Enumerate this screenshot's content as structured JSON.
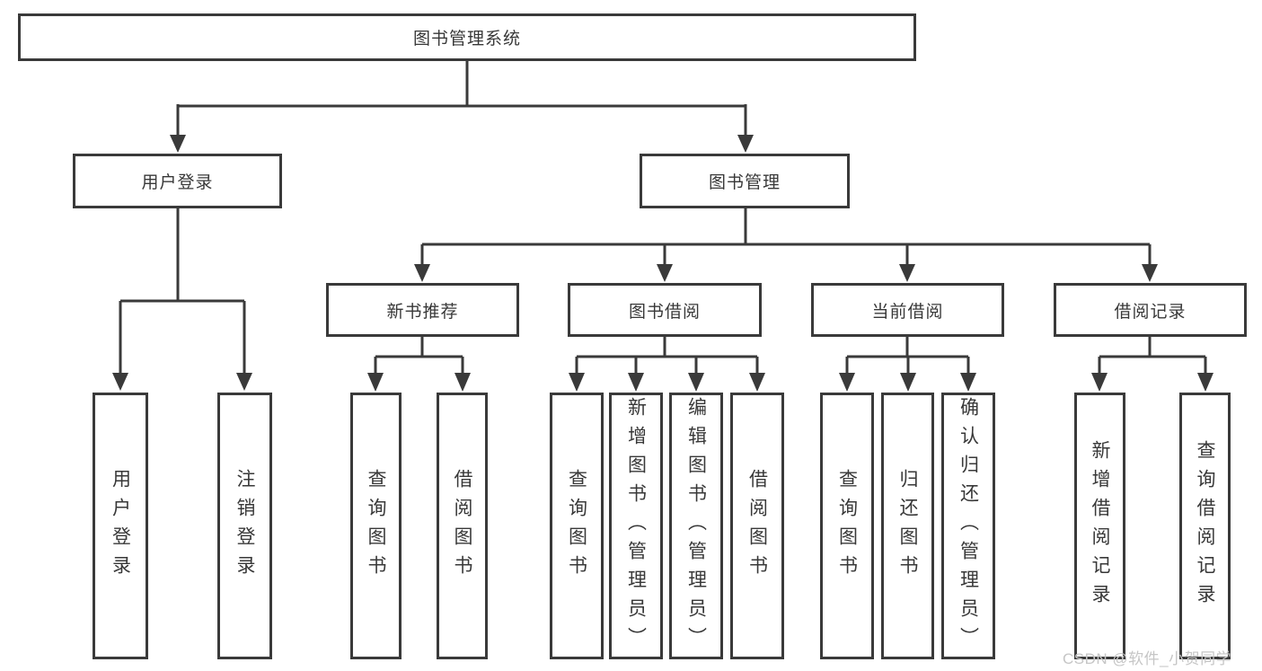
{
  "tree": {
    "root": {
      "label": "图书管理系统",
      "children": [
        {
          "label": "用户登录",
          "children": [
            {
              "label": "用户登录"
            },
            {
              "label": "注销登录"
            }
          ]
        },
        {
          "label": "图书管理",
          "children": [
            {
              "label": "新书推荐",
              "children": [
                {
                  "label": "查询图书"
                },
                {
                  "label": "借阅图书"
                }
              ]
            },
            {
              "label": "图书借阅",
              "children": [
                {
                  "label": "查询图书"
                },
                {
                  "label": "新增图书（管理员）"
                },
                {
                  "label": "编辑图书（管理员）"
                },
                {
                  "label": "借阅图书"
                }
              ]
            },
            {
              "label": "当前借阅",
              "children": [
                {
                  "label": "查询图书"
                },
                {
                  "label": "归还图书"
                },
                {
                  "label": "确认归还（管理员）"
                }
              ]
            },
            {
              "label": "借阅记录",
              "children": [
                {
                  "label": "新增借阅记录"
                },
                {
                  "label": "查询借阅记录"
                }
              ]
            }
          ]
        }
      ]
    }
  },
  "watermark": "CSDN @软件_小贺同学",
  "colors": {
    "line": "#3a3a3a",
    "text": "#383838",
    "watermark": "#c6c6c6",
    "background": "#ffffff"
  }
}
